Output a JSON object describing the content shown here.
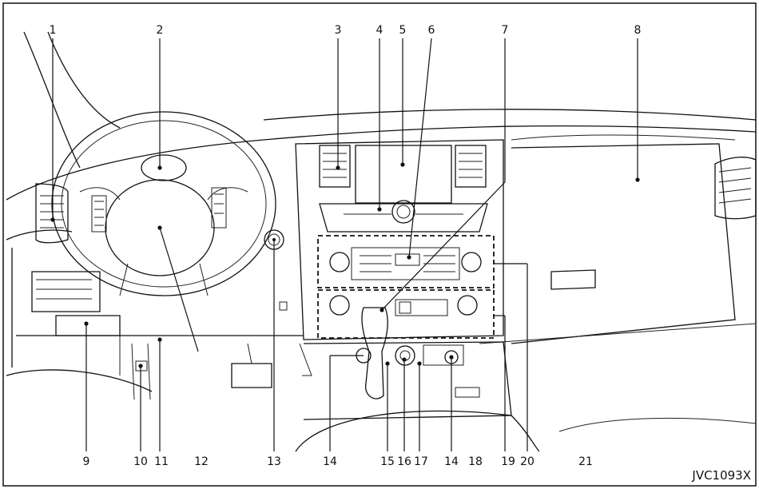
{
  "figure_code": "JVC1093X",
  "top_labels": [
    "1",
    "2",
    "3",
    "4",
    "5",
    "6",
    "7",
    "8"
  ],
  "bottom_labels": [
    "9",
    "10",
    "11",
    "12",
    "13",
    "14",
    "15",
    "16",
    "17",
    "14",
    "18",
    "19",
    "20",
    "21"
  ]
}
